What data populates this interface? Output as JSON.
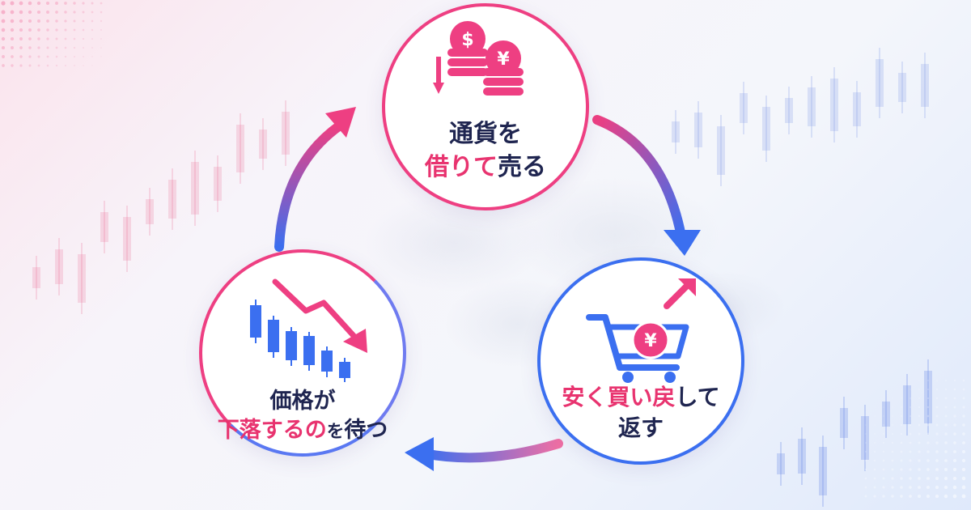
{
  "colors": {
    "pink": "#ee3f82",
    "blue": "#3b6ff0",
    "navy": "#1f2550",
    "highlight": "#e8336f"
  },
  "steps": [
    {
      "icon": "coins-borrow-icon",
      "coin_symbols": [
        "$",
        "¥"
      ],
      "line1": "通貨を",
      "line2_hl": "借りて",
      "line2_rest": "売る"
    },
    {
      "icon": "shopping-cart-yen-icon",
      "coin_symbol": "¥",
      "line1_p1": "安く",
      "line1_p2": "買い",
      "line1_p3": "戻",
      "line1_p4": "して",
      "line2": "返す"
    },
    {
      "icon": "falling-candlestick-icon",
      "line1": "価格が",
      "line2_p1": "下落",
      "line2_p2": "する",
      "line2_p3": "の",
      "line2_p4": "を",
      "line2_p5": "待つ"
    }
  ],
  "cycle_arrows": [
    "top-to-right",
    "right-to-left",
    "left-to-top"
  ]
}
